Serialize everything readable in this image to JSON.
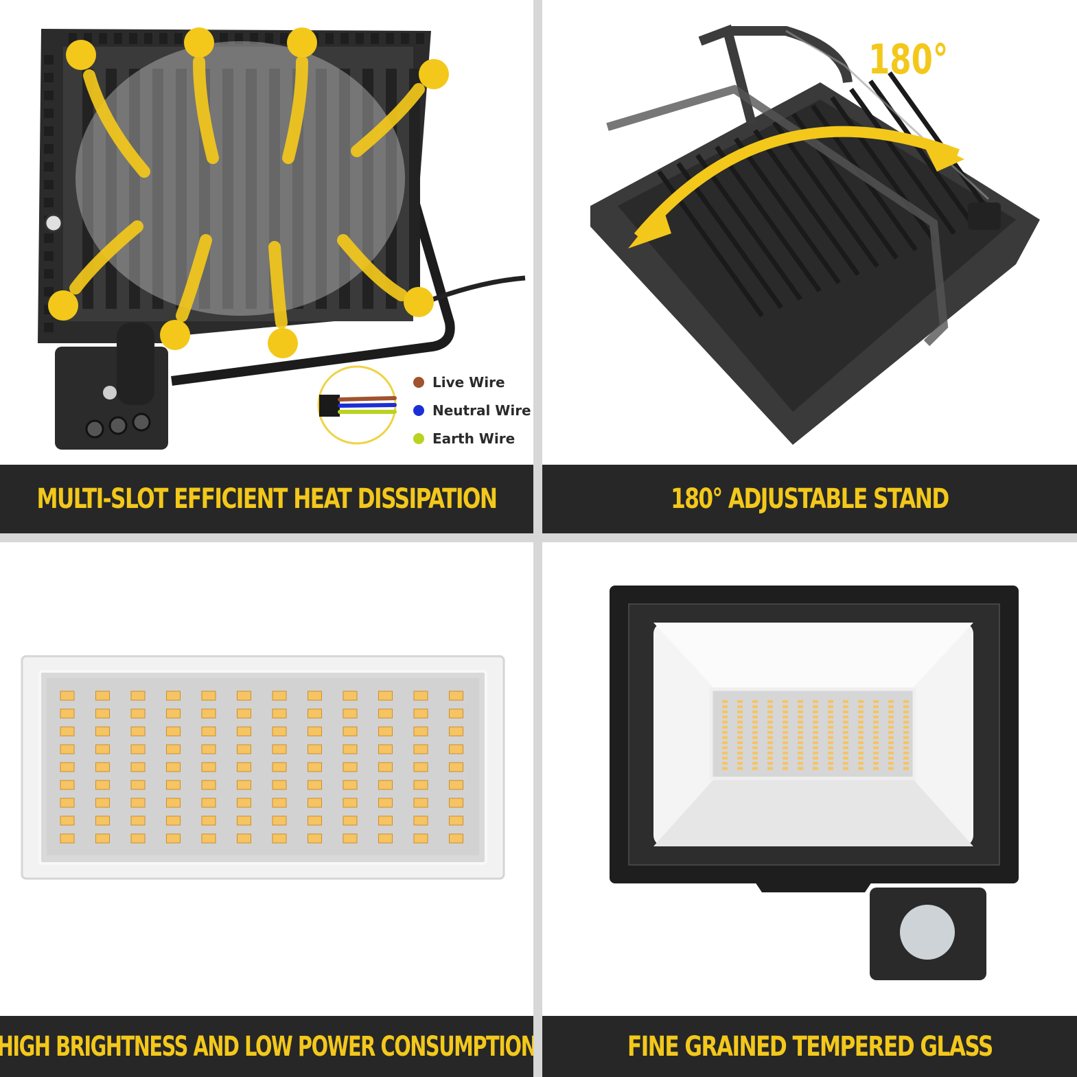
{
  "panels": {
    "heat": {
      "caption": "MULTI-SLOT EFFICIENT HEAT DISSIPATION",
      "legend": [
        {
          "label": "Live Wire",
          "color": "#a0532d"
        },
        {
          "label": "Neutral Wire",
          "color": "#1b2fd6"
        },
        {
          "label": "Earth Wire",
          "color": "#b9d320"
        }
      ]
    },
    "stand": {
      "caption": "180° ADJUSTABLE STAND",
      "angle_label": "180°"
    },
    "brightness": {
      "caption": "HIGH BRIGHTNESS AND LOW POWER CONSUMPTION",
      "led_rows": 9,
      "led_cols": 12
    },
    "glass": {
      "caption": "FINE GRAINED TEMPERED GLASS"
    }
  },
  "colors": {
    "banner_bg": "#272727",
    "banner_text": "#f3c81b",
    "arrow": "#f3c81b",
    "housing": "#2b2b2b",
    "led": "#f6c463"
  },
  "icons": [
    "arrow-icon",
    "pir-sensor-icon",
    "cable-icon"
  ]
}
